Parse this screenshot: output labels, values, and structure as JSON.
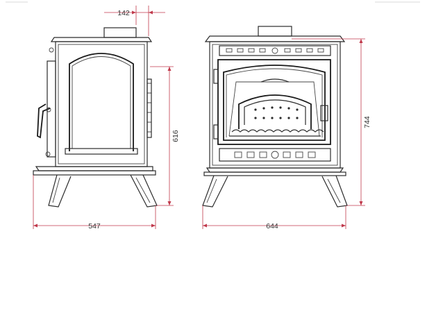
{
  "drawing": {
    "dimensions": {
      "flue_offset": "142",
      "side_height": "616",
      "side_width": "547",
      "front_width": "644",
      "total_height": "744"
    },
    "colors": {
      "dimension_line": "#c0394b",
      "outline": "#1a1a1a",
      "background": "#ffffff"
    }
  }
}
